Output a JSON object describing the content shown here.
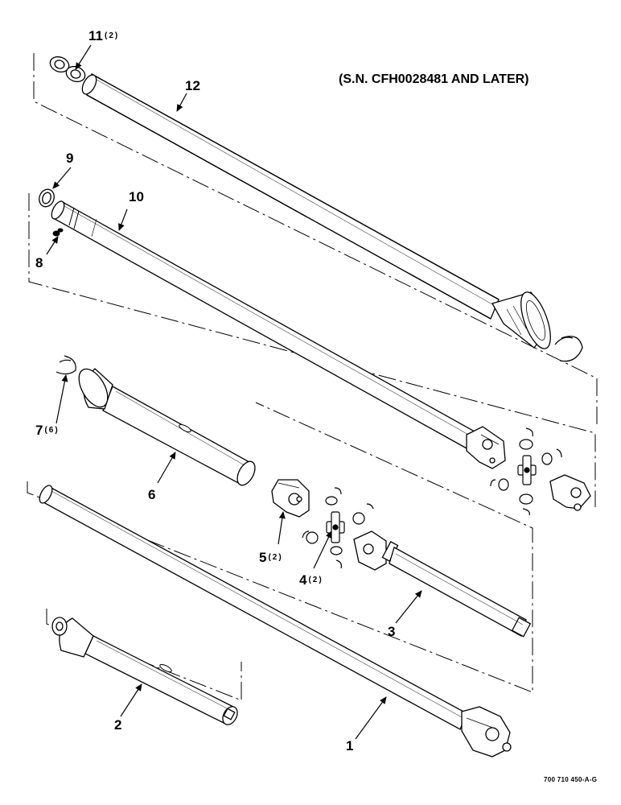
{
  "header": {
    "serial_note": "(S.N. CFH0028481 AND LATER)"
  },
  "footer": {
    "document_number": "700 710 450-A-G"
  },
  "callouts": {
    "c1": {
      "num": "1",
      "qty": ""
    },
    "c2": {
      "num": "2",
      "qty": ""
    },
    "c3": {
      "num": "3",
      "qty": ""
    },
    "c4": {
      "num": "4",
      "qty": "(2)"
    },
    "c5": {
      "num": "5",
      "qty": "(2)"
    },
    "c6": {
      "num": "6",
      "qty": ""
    },
    "c7": {
      "num": "7",
      "qty": "(6)"
    },
    "c8": {
      "num": "8",
      "qty": ""
    },
    "c9": {
      "num": "9",
      "qty": ""
    },
    "c10": {
      "num": "10",
      "qty": ""
    },
    "c11": {
      "num": "11",
      "qty": "(2)"
    },
    "c12": {
      "num": "12",
      "qty": ""
    }
  },
  "colors": {
    "ink": "#000000",
    "paper": "#ffffff",
    "shade": "#d9d9d9"
  }
}
